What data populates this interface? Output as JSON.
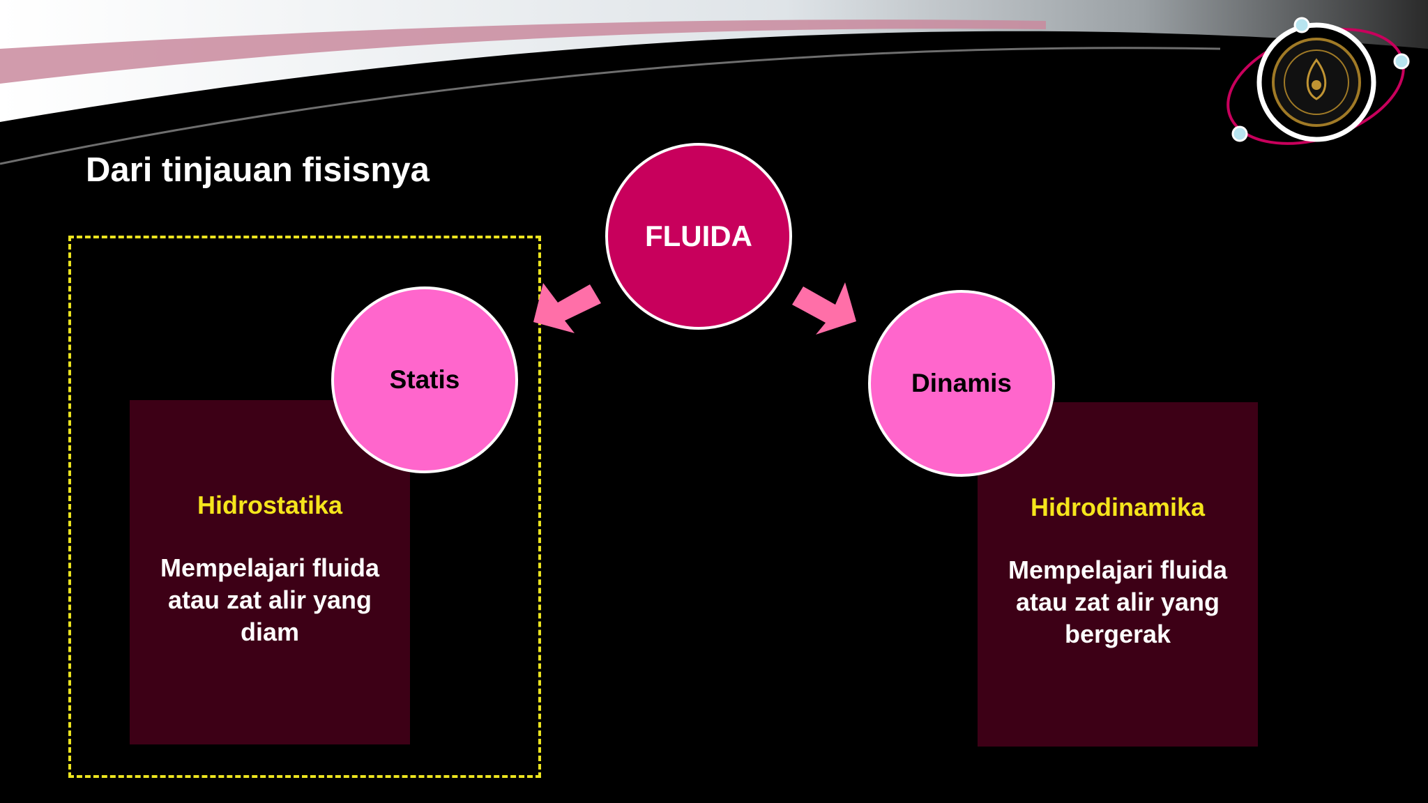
{
  "slide": {
    "title": "Dari tinjauan fisisnya"
  },
  "diagram": {
    "root": {
      "label": "FLUIDA"
    },
    "left": {
      "label": "Statis",
      "heading": "Hidrostatika",
      "description": "Mempelajari fluida atau zat alir yang diam"
    },
    "right": {
      "label": "Dinamis",
      "heading": "Hidrodinamika",
      "description": "Mempelajari fluida atau zat alir yang bergerak"
    }
  },
  "colors": {
    "root_circle": "#c8005c",
    "child_circle": "#ff66cc",
    "panel": "#3d0016",
    "heading": "#f5e51c",
    "arrow": "#ff6fa8",
    "dashed_frame": "#ece41f"
  },
  "icons": {
    "logo": "university-seal-logo"
  }
}
